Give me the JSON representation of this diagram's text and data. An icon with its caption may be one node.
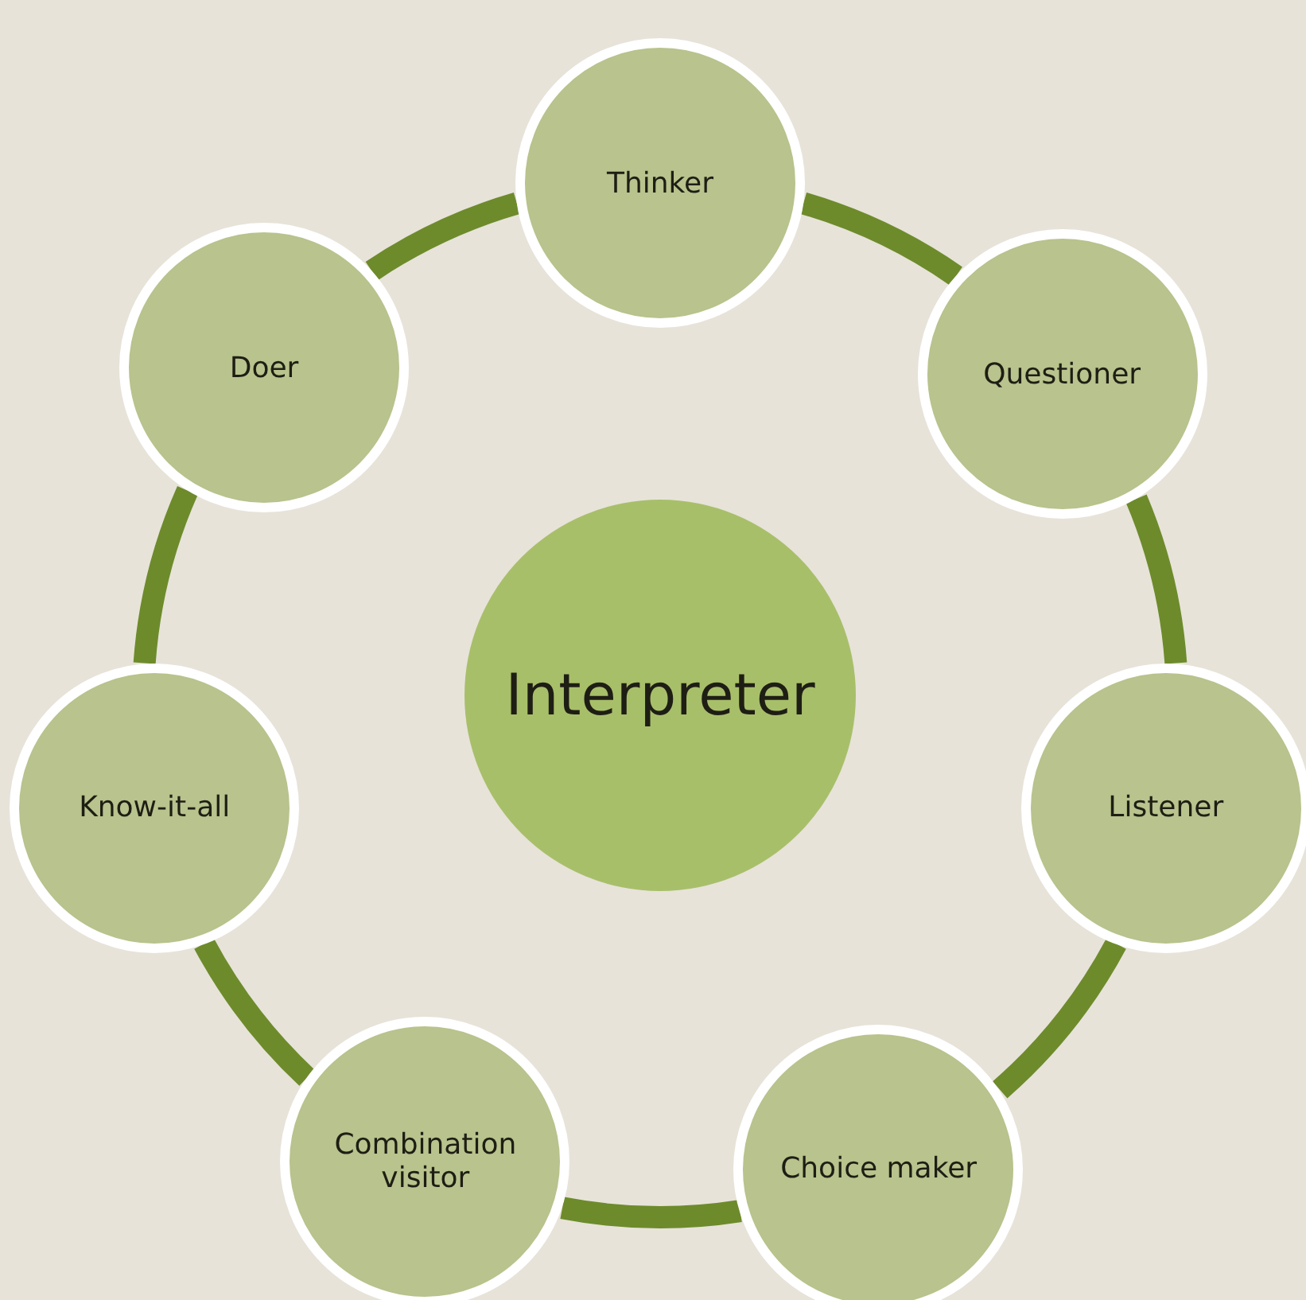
{
  "diagram": {
    "nodes": [
      {
        "text": [
          "Interpreter"
        ]
      },
      {
        "text": [
          "Thinker"
        ]
      },
      {
        "text": [
          "Questioner"
        ]
      },
      {
        "text": [
          "Listener"
        ]
      },
      {
        "text": [
          "Choice maker"
        ]
      },
      {
        "text": [
          "Combination visitor"
        ]
      },
      {
        "text": [
          "Know-it-all"
        ]
      },
      {
        "text": [
          "Doer"
        ]
      }
    ],
    "edges": [
      {
        "from": 1,
        "to": 2,
        "arrow": "none"
      },
      {
        "from": 2,
        "to": 3,
        "arrow": "none"
      },
      {
        "from": 3,
        "to": 4,
        "arrow": "none"
      },
      {
        "from": 4,
        "to": 5,
        "arrow": "none"
      },
      {
        "from": 5,
        "to": 6,
        "arrow": "none"
      },
      {
        "from": 6,
        "to": 7,
        "arrow": "none"
      },
      {
        "from": 7,
        "to": 1,
        "arrow": "none"
      }
    ]
  }
}
